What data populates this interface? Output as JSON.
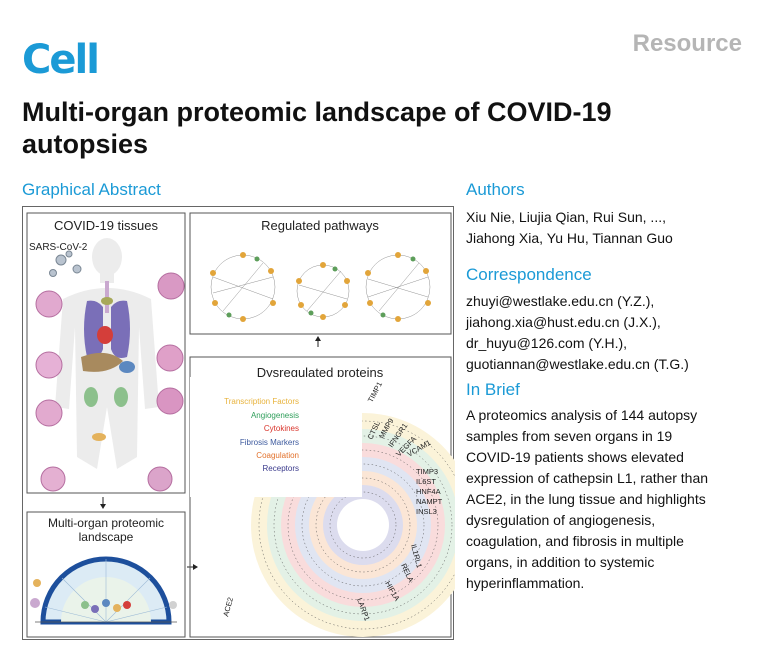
{
  "header": {
    "journal": "Cell",
    "section": "Resource"
  },
  "article": {
    "title_line1": "Multi-organ proteomic landscape of COVID-19",
    "title_line2": "autopsies"
  },
  "graphical_abstract": {
    "heading": "Graphical Abstract",
    "tissues_panel": {
      "title": "COVID-19 tissues",
      "virus_label": "SARS-CoV-2"
    },
    "pathways_panel": {
      "title": "Regulated pathways"
    },
    "landscape_panel": {
      "title_line1": "Multi-organ proteomic",
      "title_line2": "landscape"
    },
    "dysregulated_panel": {
      "title": "Dysregulated proteins",
      "legend": [
        {
          "label": "Transcription Factors",
          "color": "#e8b33c"
        },
        {
          "label": "Angiogenesis",
          "color": "#2e9e5a"
        },
        {
          "label": "Cytokines",
          "color": "#d9342b"
        },
        {
          "label": "Fibrosis Markers",
          "color": "#3d5a9e"
        },
        {
          "label": "Coagulation",
          "color": "#e2712b"
        },
        {
          "label": "Receptors",
          "color": "#3a3a8c"
        }
      ],
      "protein_labels": [
        "TIMP1",
        "CTSL",
        "MMP9",
        "IFNGR1",
        "VEGFA",
        "VCAM1",
        "TIMP3",
        "IL6ST",
        "HNF4A",
        "NAMPT",
        "INSL3",
        "IL1RL1",
        "RELA",
        "HIF1A",
        "LARP1",
        "ACE2"
      ]
    }
  },
  "authors": {
    "heading": "Authors",
    "line1": "Xiu Nie, Liujia Qian, Rui Sun, ...,",
    "line2": "Jiahong Xia, Yu Hu, Tiannan Guo"
  },
  "correspondence": {
    "heading": "Correspondence",
    "lines": [
      "zhuyi@westlake.edu.cn (Y.Z.),",
      "jiahong.xia@hust.edu.cn (J.X.),",
      "dr_huyu@126.com (Y.H.),",
      "guotiannan@westlake.edu.cn (T.G.)"
    ]
  },
  "in_brief": {
    "heading": "In Brief",
    "lines": [
      "A proteomics analysis of 144 autopsy",
      "samples from seven organs in 19",
      "COVID-19 patients shows elevated",
      "expression of cathepsin L1, rather than",
      "ACE2, in the lung tissue and highlights",
      "dysregulation of angiogenesis,",
      "coagulation, and fibrosis in multiple",
      "organs, in addition to systemic",
      "hyperinflammation."
    ]
  }
}
